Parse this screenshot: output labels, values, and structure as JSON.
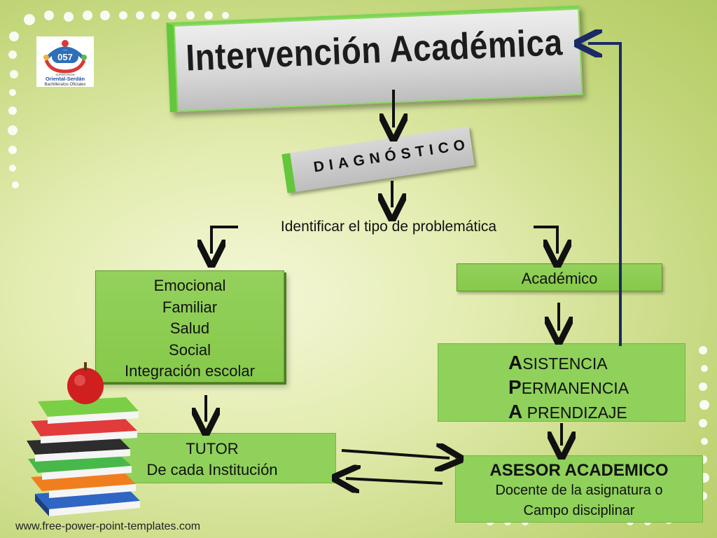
{
  "title": "Intervención Académica",
  "diagnostico": "DIAGNÓSTICO",
  "identificar": "Identificar el tipo de problemática",
  "left_box": {
    "lines": [
      "Emocional",
      "Familiar",
      "Salud",
      "Social",
      "Integración escolar"
    ]
  },
  "academico": "Académico",
  "apa": {
    "lines": [
      {
        "initial": "A",
        "rest": "SISTENCIA"
      },
      {
        "initial": "P",
        "rest": "ERMANENCIA"
      },
      {
        "initial": "A",
        "rest": " PRENDIZAJE"
      }
    ]
  },
  "tutor": {
    "lines": [
      "TUTOR",
      "De cada Institución"
    ]
  },
  "asesor": {
    "title": "ASESOR ACADEMICO",
    "lines": [
      "Docente de la asignatura o",
      "Campo disciplinar"
    ]
  },
  "logo": {
    "number": "057",
    "small_text": "SUPERVISIÓN",
    "name": "Oriental-Serdán",
    "subtitle": "Bachilleratos Oficiales"
  },
  "footer_url": "www.free-power-point-templates.com",
  "colors": {
    "box_green": "#8fd15a",
    "title_border": "#62c73a",
    "arrow": "#111111",
    "feedback_arrow": "#1a2a66"
  }
}
